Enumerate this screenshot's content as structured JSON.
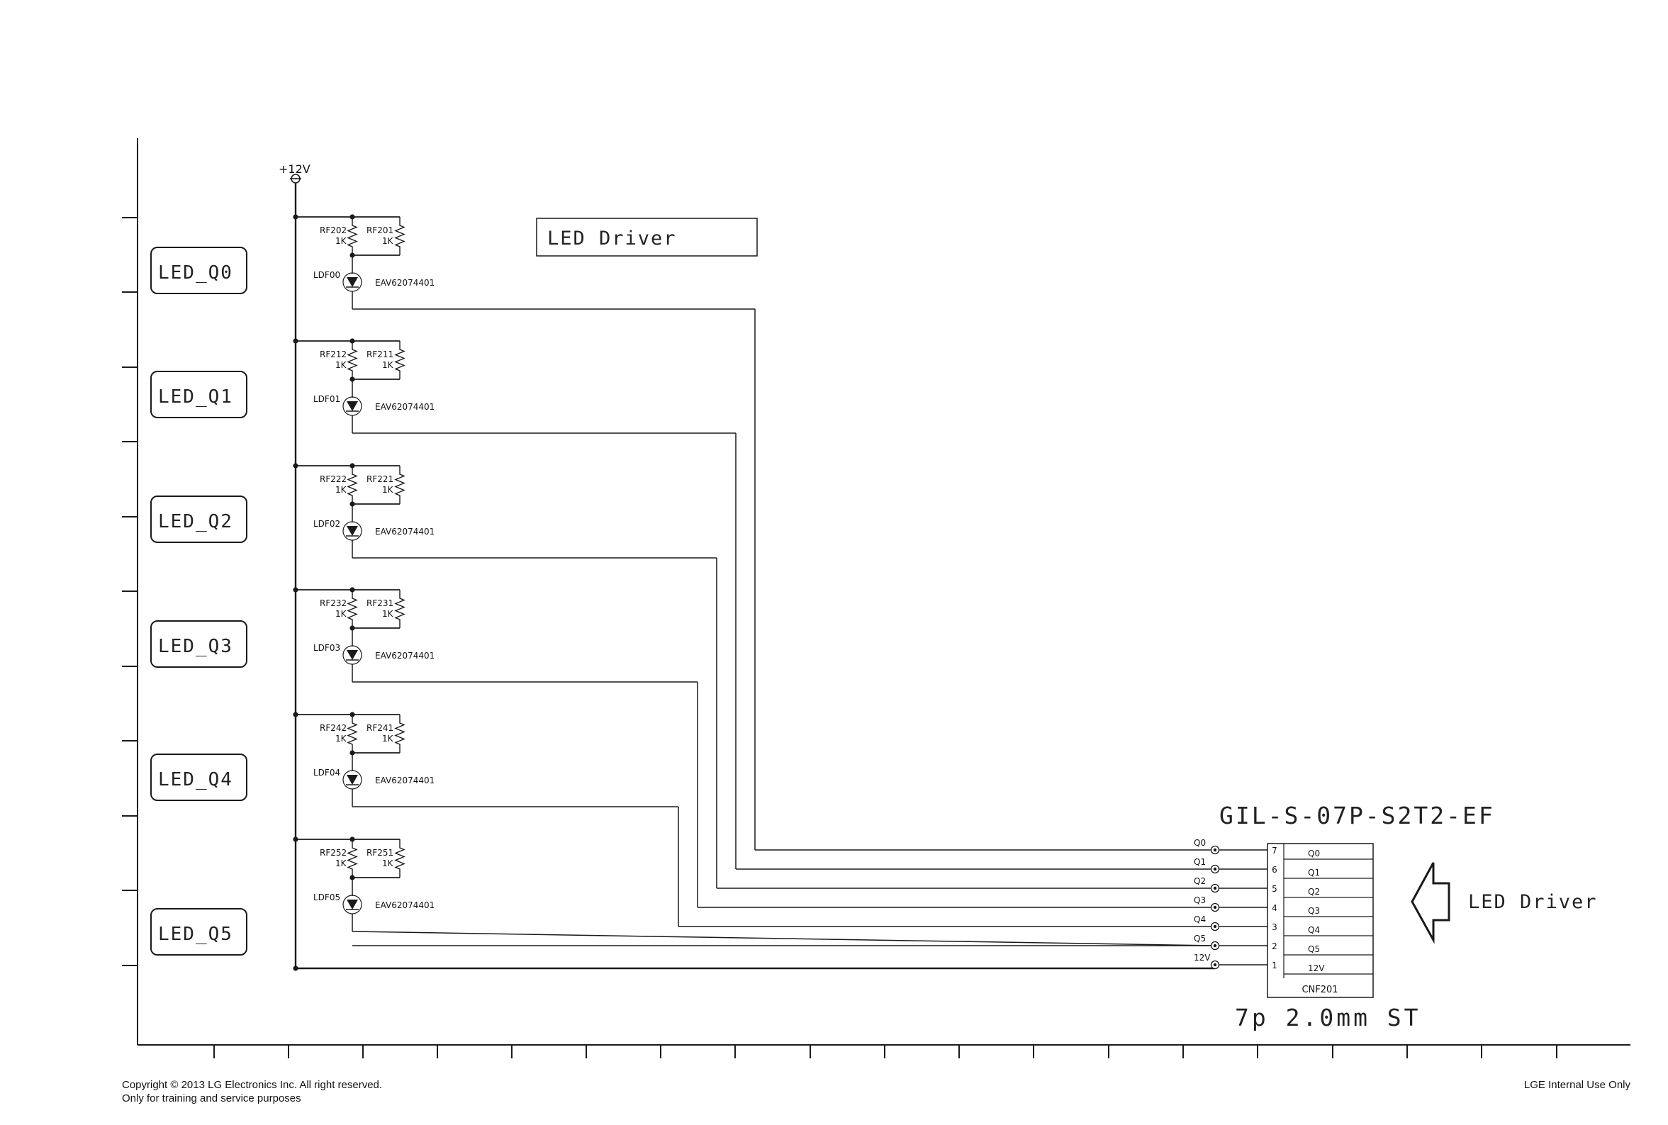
{
  "power": {
    "label": "+12V"
  },
  "title_box": {
    "label": "LED Driver"
  },
  "led_labels": [
    "LED_Q0",
    "LED_Q1",
    "LED_Q2",
    "LED_Q3",
    "LED_Q4",
    "LED_Q5"
  ],
  "channels": [
    {
      "r_left": "RF202",
      "r_left_val": "1K",
      "r_right": "RF201",
      "r_right_val": "1K",
      "led": "LDF00",
      "part": "EAV62074401"
    },
    {
      "r_left": "RF212",
      "r_left_val": "1K",
      "r_right": "RF211",
      "r_right_val": "1K",
      "led": "LDF01",
      "part": "EAV62074401"
    },
    {
      "r_left": "RF222",
      "r_left_val": "1K",
      "r_right": "RF221",
      "r_right_val": "1K",
      "led": "LDF02",
      "part": "EAV62074401"
    },
    {
      "r_left": "RF232",
      "r_left_val": "1K",
      "r_right": "RF231",
      "r_right_val": "1K",
      "led": "LDF03",
      "part": "EAV62074401"
    },
    {
      "r_left": "RF242",
      "r_left_val": "1K",
      "r_right": "RF241",
      "r_right_val": "1K",
      "led": "LDF04",
      "part": "EAV62074401"
    },
    {
      "r_left": "RF252",
      "r_left_val": "1K",
      "r_right": "RF251",
      "r_right_val": "1K",
      "led": "LDF05",
      "part": "EAV62074401"
    }
  ],
  "connector": {
    "part_number": "GIL-S-07P-S2T2-EF",
    "spec": "7p 2.0mm ST",
    "ref": "CNF201",
    "pins": [
      {
        "num": "7",
        "net": "Q0",
        "wire": "Q0"
      },
      {
        "num": "6",
        "net": "Q1",
        "wire": "Q1"
      },
      {
        "num": "5",
        "net": "Q2",
        "wire": "Q2"
      },
      {
        "num": "4",
        "net": "Q3",
        "wire": "Q3"
      },
      {
        "num": "3",
        "net": "Q4",
        "wire": "Q4"
      },
      {
        "num": "2",
        "net": "Q5",
        "wire": "Q5"
      },
      {
        "num": "1",
        "net": "12V",
        "wire": "12V"
      }
    ]
  },
  "arrow": {
    "label": "LED Driver"
  },
  "footer": {
    "copyright_line1": "Copyright © 2013 LG Electronics Inc. All right reserved.",
    "copyright_line2": "Only for training and service purposes",
    "internal": "LGE Internal Use Only"
  },
  "colors": {
    "line": "#1a1a1a",
    "background": "#ffffff"
  }
}
